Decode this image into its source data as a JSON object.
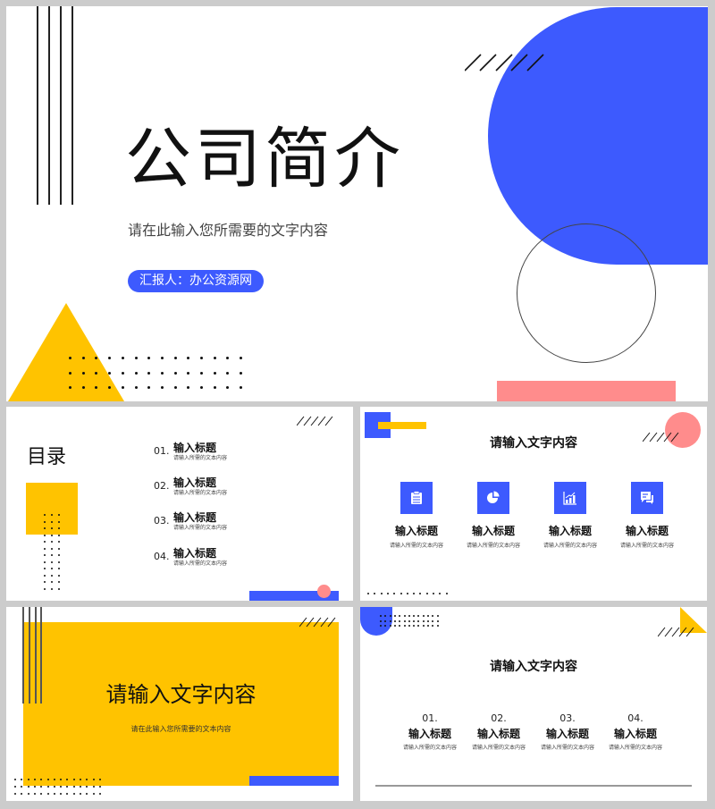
{
  "colors": {
    "blue": "#3d5afe",
    "yellow": "#ffc300",
    "pink": "#ff8c8c",
    "black": "#111111",
    "frame": "#cccccc"
  },
  "slide1": {
    "title": "公司简介",
    "subtitle": "请在此输入您所需要的文字内容",
    "reporter_badge": "汇报人：办公资源网"
  },
  "slide2": {
    "heading": "目录",
    "items": [
      {
        "num": "01.",
        "title": "输入标题",
        "desc": "请输入所需的文本内容"
      },
      {
        "num": "02.",
        "title": "输入标题",
        "desc": "请输入所需的文本内容"
      },
      {
        "num": "03.",
        "title": "输入标题",
        "desc": "请输入所需的文本内容"
      },
      {
        "num": "04.",
        "title": "输入标题",
        "desc": "请输入所需的文本内容"
      }
    ]
  },
  "slide3": {
    "heading": "请输入文字内容",
    "columns": [
      {
        "icon": "clipboard-icon",
        "title": "输入标题",
        "desc": "请输入所需的文本内容"
      },
      {
        "icon": "pie-chart-icon",
        "title": "输入标题",
        "desc": "请输入所需的文本内容"
      },
      {
        "icon": "bar-chart-icon",
        "title": "输入标题",
        "desc": "请输入所需的文本内容"
      },
      {
        "icon": "chat-icon",
        "title": "输入标题",
        "desc": "请输入所需的文本内容"
      }
    ]
  },
  "slide4": {
    "heading": "请输入文字内容",
    "subtitle": "请在此输入您所需要的文本内容"
  },
  "slide5": {
    "heading": "请输入文字内容",
    "columns": [
      {
        "num": "01.",
        "title": "输入标题",
        "desc": "请输入所需的文本内容"
      },
      {
        "num": "02.",
        "title": "输入标题",
        "desc": "请输入所需的文本内容"
      },
      {
        "num": "03.",
        "title": "输入标题",
        "desc": "请输入所需的文本内容"
      },
      {
        "num": "04.",
        "title": "输入标题",
        "desc": "请输入所需的文本内容"
      }
    ]
  }
}
